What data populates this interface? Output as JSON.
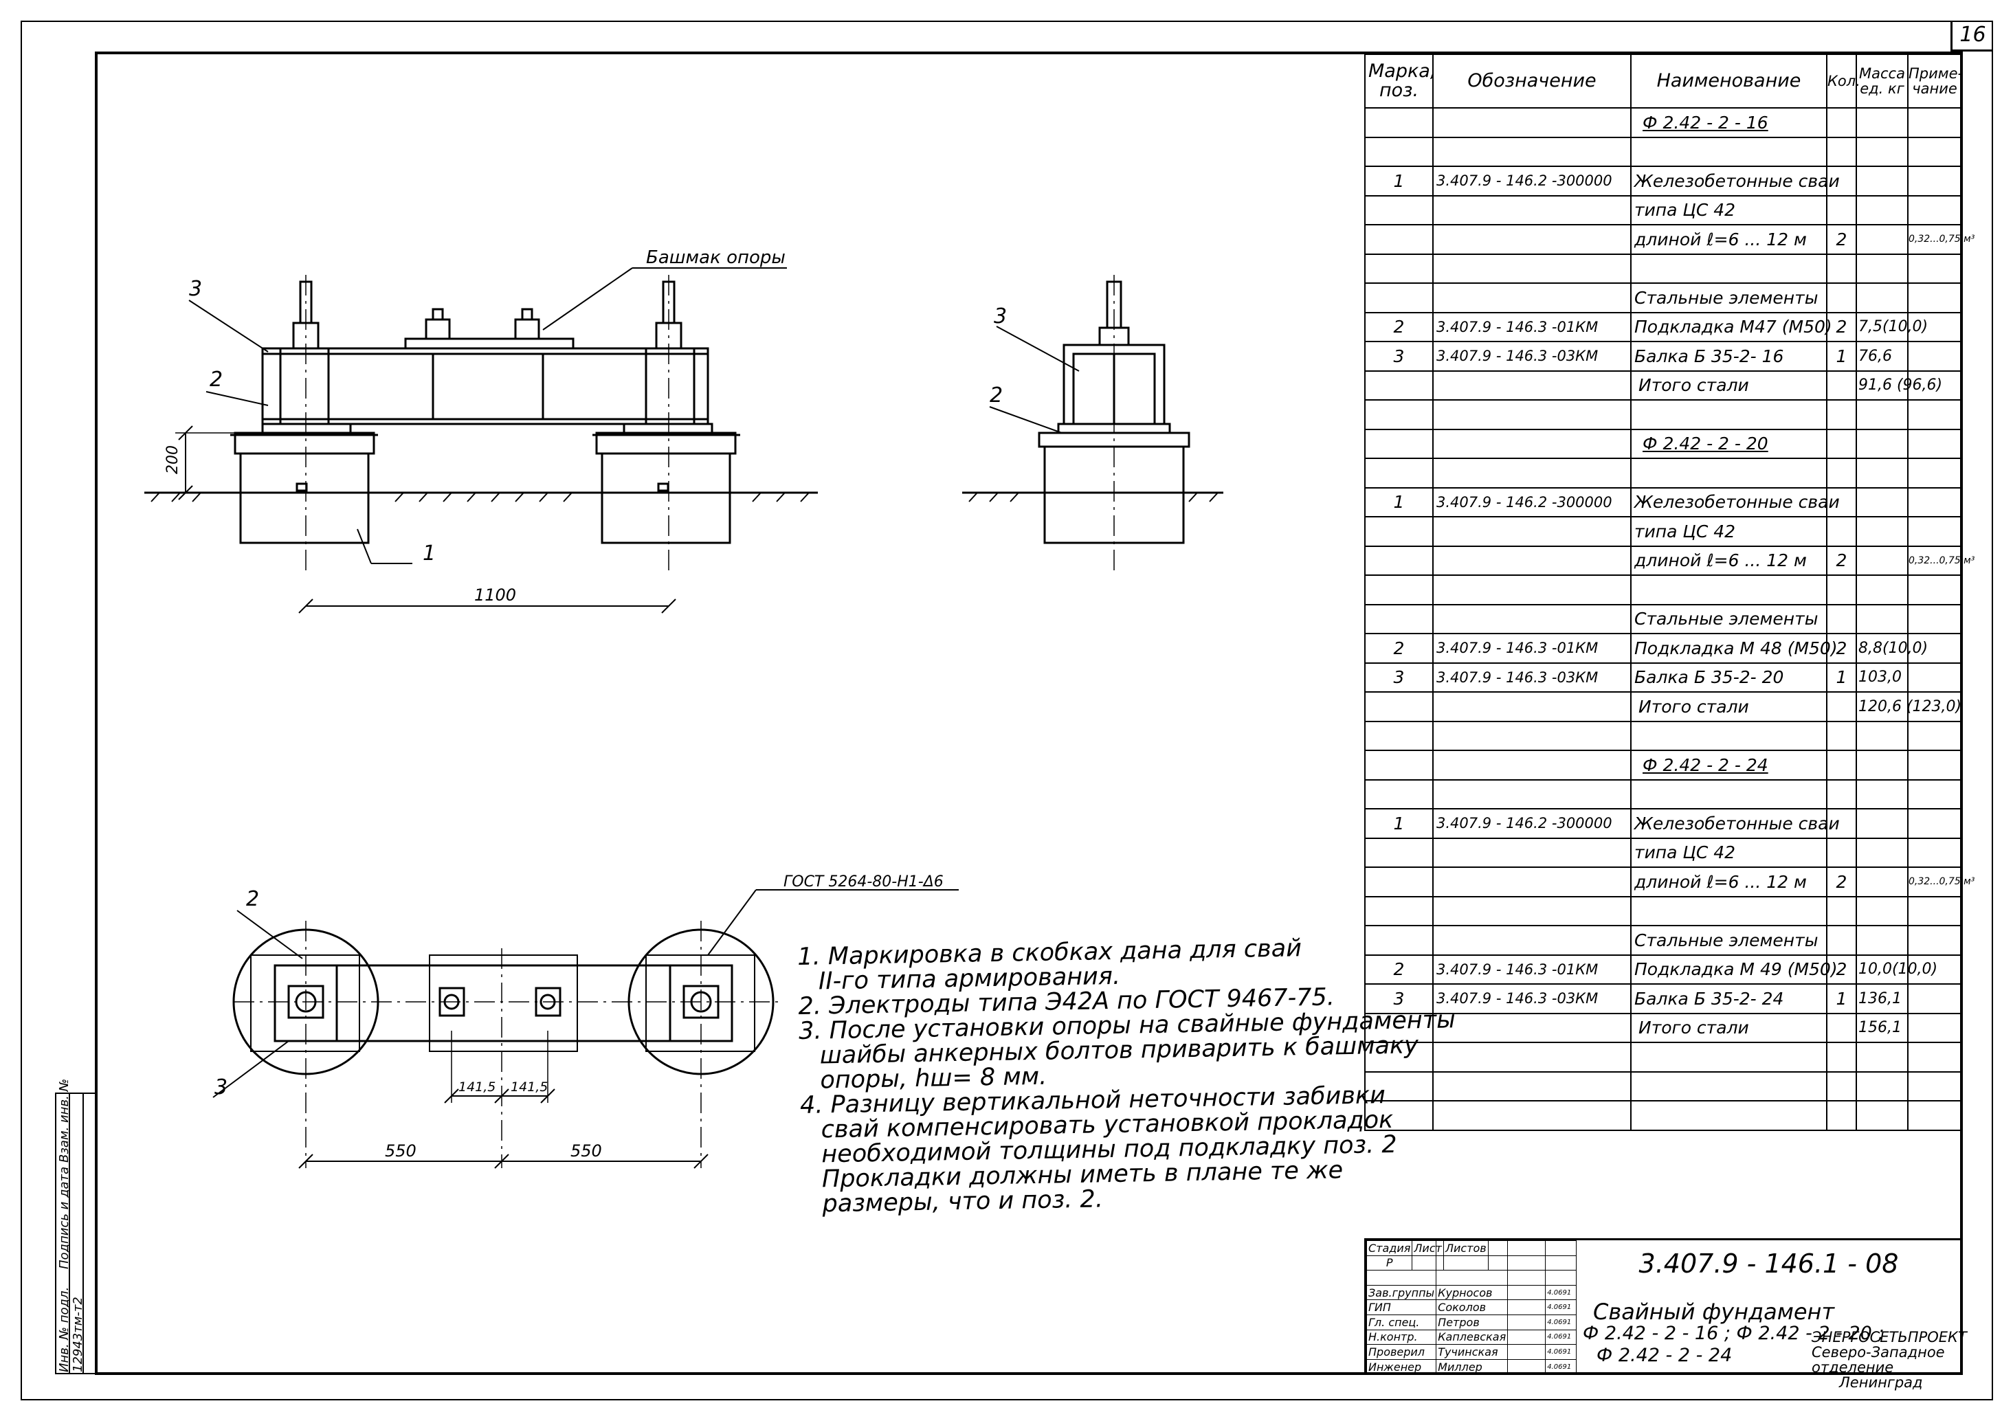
{
  "sheet_number": "16",
  "labels": {
    "bashmak": "Башмак опоры",
    "dim_200": "200",
    "dim_1100": "1100",
    "dim_550_a": "550",
    "dim_550_b": "550",
    "dim_141_a": "141,5",
    "dim_141_b": "141,5",
    "weld_symbol": "ГОСТ 5264-80-Н1-Δ6",
    "pos_1": "1",
    "pos_2": "2",
    "pos_3": "3"
  },
  "notes": [
    "1. Маркировка в скобках дана для свай",
    "   II-го типа армирования.",
    "2. Электроды типа Э42А по ГОСТ 9467-75.",
    "3. После установки опоры на свайные фундаменты",
    "   шайбы анкерных болтов приварить к башмаку",
    "   опоры, hш= 8 мм.",
    "4. Разницу вертикальной неточности забивки",
    "   свай компенсировать установкой прокладок",
    "   необходимой толщины под подкладку поз. 2",
    "   Прокладки должны иметь в плане те же",
    "   размеры, что и поз. 2."
  ],
  "spec_table": {
    "headers": [
      "Марка, поз.",
      "Обозначение",
      "Наименование",
      "Кол.",
      "Масса ед. кг",
      "Приме-чание"
    ],
    "rows": [
      [
        "",
        "",
        "Ф 2.42 - 2 - 16",
        "",
        "",
        ""
      ],
      [
        "",
        "",
        "",
        "",
        "",
        ""
      ],
      [
        "1",
        "3.407.9 - 146.2 -300000",
        "Железобетонные сваи",
        "",
        "",
        ""
      ],
      [
        "",
        "",
        "типа ЦС 42",
        "",
        "",
        ""
      ],
      [
        "",
        "",
        "длиной ℓ=6 ... 12 м",
        "2",
        "",
        "0,32...0,75 м³"
      ],
      [
        "",
        "",
        "",
        "",
        "",
        ""
      ],
      [
        "",
        "",
        "Стальные элементы",
        "",
        "",
        ""
      ],
      [
        "2",
        "3.407.9 - 146.3 -01КМ",
        "Подкладка М47 (М50)",
        "2",
        "7,5(10,0)",
        ""
      ],
      [
        "3",
        "3.407.9 - 146.3 -03КМ",
        "Балка Б 35-2- 16",
        "1",
        "76,6",
        ""
      ],
      [
        "",
        "",
        "Итого стали",
        "",
        "91,6 (96,6)",
        ""
      ],
      [
        "",
        "",
        "",
        "",
        "",
        ""
      ],
      [
        "",
        "",
        "Ф 2.42 - 2 - 20",
        "",
        "",
        ""
      ],
      [
        "",
        "",
        "",
        "",
        "",
        ""
      ],
      [
        "1",
        "3.407.9 - 146.2 -300000",
        "Железобетонные сваи",
        "",
        "",
        ""
      ],
      [
        "",
        "",
        "типа ЦС 42",
        "",
        "",
        ""
      ],
      [
        "",
        "",
        "длиной ℓ=6 ... 12 м",
        "2",
        "",
        "0,32...0,75 м³"
      ],
      [
        "",
        "",
        "",
        "",
        "",
        ""
      ],
      [
        "",
        "",
        "Стальные элементы",
        "",
        "",
        ""
      ],
      [
        "2",
        "3.407.9 - 146.3 -01КМ",
        "Подкладка М 48 (М50)",
        "2",
        "8,8(10,0)",
        ""
      ],
      [
        "3",
        "3.407.9 - 146.3 -03КМ",
        "Балка Б 35-2- 20",
        "1",
        "103,0",
        ""
      ],
      [
        "",
        "",
        "Итого стали",
        "",
        "120,6 (123,0)",
        ""
      ],
      [
        "",
        "",
        "",
        "",
        "",
        ""
      ],
      [
        "",
        "",
        "Ф 2.42 - 2 - 24",
        "",
        "",
        ""
      ],
      [
        "",
        "",
        "",
        "",
        "",
        ""
      ],
      [
        "1",
        "3.407.9 - 146.2 -300000",
        "Железобетонные сваи",
        "",
        "",
        ""
      ],
      [
        "",
        "",
        "типа ЦС 42",
        "",
        "",
        ""
      ],
      [
        "",
        "",
        "длиной ℓ=6 ... 12 м",
        "2",
        "",
        "0,32...0,75 м³"
      ],
      [
        "",
        "",
        "",
        "",
        "",
        ""
      ],
      [
        "",
        "",
        "Стальные элементы",
        "",
        "",
        ""
      ],
      [
        "2",
        "3.407.9 - 146.3 -01КМ",
        "Подкладка М 49 (М50)",
        "2",
        "10,0(10,0)",
        ""
      ],
      [
        "3",
        "3.407.9 - 146.3 -03КМ",
        "Балка Б 35-2- 24",
        "1",
        "136,1",
        ""
      ],
      [
        "",
        "",
        "Итого стали",
        "",
        "156,1",
        ""
      ],
      [
        "",
        "",
        "",
        "",
        "",
        ""
      ],
      [
        "",
        "",
        "",
        "",
        "",
        ""
      ],
      [
        "",
        "",
        "",
        "",
        "",
        ""
      ]
    ]
  },
  "stamp": {
    "code": "3.407.9 - 146.1 - 08",
    "title": "Свайный фундамент",
    "subtitle_1": "Ф 2.42 - 2 - 16 ; Ф 2.42 - 2 - 20 ;",
    "subtitle_2": "Ф 2.42 - 2 - 24",
    "stage_headers": [
      "Стадия",
      "Лист",
      "Листов"
    ],
    "stage_values": [
      "Р",
      "",
      ""
    ],
    "org_1": "ЭНЕРГОСЕТЬПРОЕКТ",
    "org_2": "Северо-Западное отделение",
    "org_3": "Ленинград",
    "signatures": [
      [
        "Зав.группы",
        "Курносов",
        "",
        "4.0691"
      ],
      [
        "ГИП",
        "Соколов",
        "",
        "4.0691"
      ],
      [
        "Гл. спец.",
        "Петров",
        "",
        "4.0691"
      ],
      [
        "Н.контр.",
        "Каплевская",
        "",
        "4.0691"
      ],
      [
        "Проверил",
        "Тучинская",
        "",
        "4.0691"
      ],
      [
        "Инженер",
        "Миллер",
        "",
        "4.0691"
      ]
    ]
  },
  "side_stamp": {
    "col_1": "Инв. № подл.",
    "col_1_value": "12943тм-т2",
    "col_2": "Подпись и дата",
    "col_3": "Взам. инв. №"
  }
}
